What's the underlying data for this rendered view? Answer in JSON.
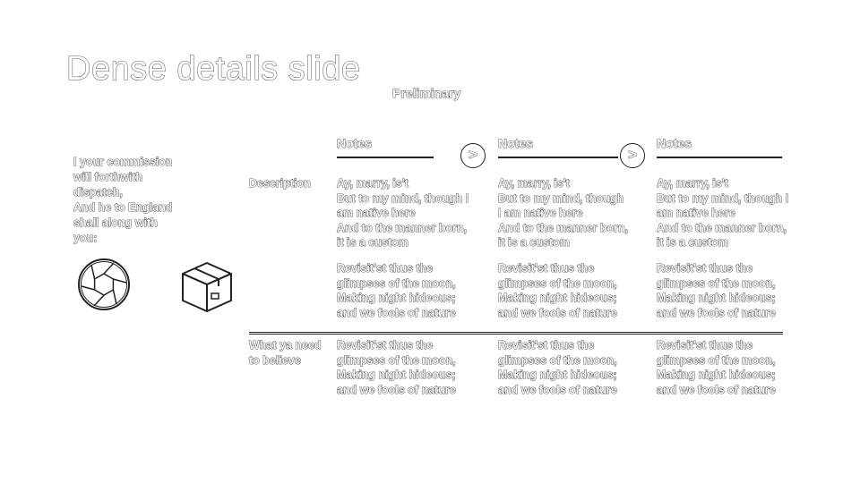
{
  "slide": {
    "title": "Dense details slide",
    "subtitle": "Preliminary",
    "left_text": "I your commission\nwill forthwith\ndispatch,\nAnd he to England\nshall along with\nyou:",
    "icons": [
      "aperture-icon",
      "box-icon"
    ]
  },
  "table": {
    "columns": [
      {
        "header": "Notes"
      },
      {
        "header": "Notes"
      },
      {
        "header": "Notes"
      }
    ],
    "chevron": ">",
    "rows": [
      {
        "label": "Description",
        "cells": [
          "Ay, marry, is't\nBut to my mind, though I\nam native here\nAnd to the manner born,\nit is a custom",
          "Ay, marry, is't\nBut to my mind, though\nI am native here\nAnd to the manner born,\nit is a custom",
          "Ay, marry, is't\nBut to my mind, though I\nam native here\nAnd to the manner born,\nit is a custom"
        ],
        "cells2": [
          "Revisit'st thus the\nglimpses of the moon,\nMaking night hideous;\nand we fools of nature",
          "Revisit'st thus the\nglimpses of the moon,\nMaking night hideous;\nand we fools of nature",
          "Revisit'st thus the\nglimpses of the moon,\nMaking night hideous;\nand we fools of nature"
        ]
      },
      {
        "label": "What ya need\nto believe",
        "cells": [
          "Revisit'st thus the\nglimpses of the moon,\nMaking night hideous;\nand we fools of nature",
          "Revisit'st thus the\nglimpses of the moon,\nMaking night hideous;\nand we fools of nature",
          "Revisit'st thus the\nglimpses of the moon,\nMaking night hideous;\nand we fools of nature"
        ]
      }
    ]
  }
}
